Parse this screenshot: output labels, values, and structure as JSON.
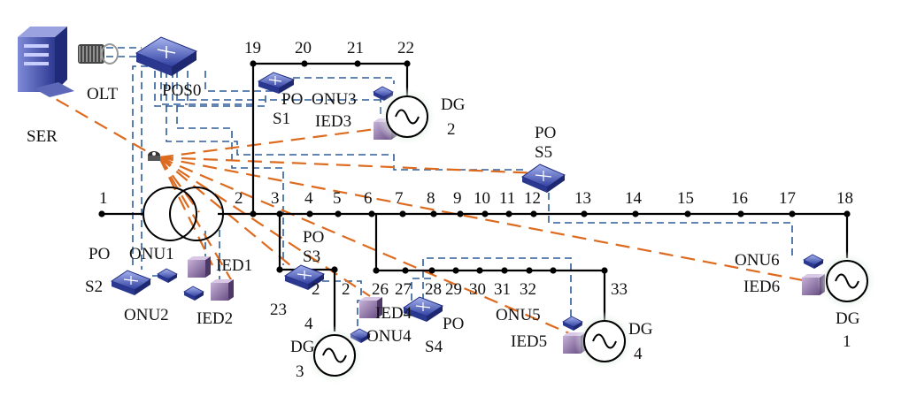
{
  "bus_numbers": [
    "1",
    "2",
    "3",
    "4",
    "5",
    "6",
    "7",
    "8",
    "9",
    "10",
    "11",
    "12",
    "13",
    "14",
    "15",
    "16",
    "17",
    "18",
    "19",
    "20",
    "21",
    "22",
    "23",
    "2",
    "2",
    "26",
    "27",
    "28",
    "29",
    "30",
    "31",
    "32",
    "33",
    "4"
  ],
  "devices": {
    "server": "SER",
    "olt": "OLT",
    "pos": [
      "POS0",
      "PO",
      "S1",
      "PO",
      "S2",
      "PO",
      "S3",
      "PO",
      "S4",
      "PO",
      "S5"
    ],
    "onu": [
      "ONU1",
      "ONU2",
      "ONU3",
      "ONU4",
      "ONU5",
      "ONU6"
    ],
    "ied": [
      "IED1",
      "IED2",
      "IED3",
      "IED4",
      "IED5",
      "IED6"
    ],
    "dg": [
      "DG",
      "1",
      "DG",
      "2",
      "DG",
      "3",
      "DG",
      "4"
    ]
  },
  "colors": {
    "bus_line": "#000000",
    "comm_line": "#2f5d9b",
    "wireless_link": "#dd6b1f",
    "device": "#4a5bc0",
    "dg_glow": "#cfe3d6"
  }
}
